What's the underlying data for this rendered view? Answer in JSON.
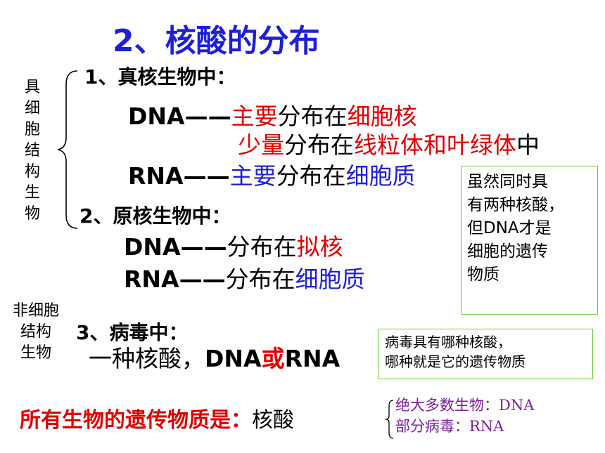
{
  "title": "2、核酸的分布",
  "eukaryote": {
    "side_label": "具细胞结构生物",
    "heading": "1、真核生物中：",
    "dna": {
      "term": "DNA",
      "dash": "——",
      "seg1": "主要",
      "seg2": "分布在",
      "seg3": "细胞核"
    },
    "dna2": {
      "seg1": "少量",
      "seg2": "分布在",
      "seg3": "线粒体和叶绿体",
      "seg4": "中"
    },
    "rna": {
      "term": "RNA",
      "dash": "——",
      "seg1": "主要",
      "seg2": "分布在",
      "seg3": "细胞质"
    }
  },
  "prokaryote": {
    "heading": "2、原核生物中：",
    "dna": {
      "term": "DNA",
      "dash": "——",
      "seg2": "分布在",
      "seg3": "拟核"
    },
    "rna": {
      "term": "RNA",
      "dash": "——",
      "seg2": "分布在",
      "seg3": "细胞质"
    }
  },
  "virus": {
    "side_label": "非细胞\n结构\n生物",
    "heading": "3、病毒中：",
    "line": {
      "seg1": "一种核酸，",
      "term1": "DNA",
      "seg2": "或",
      "term2": "RNA"
    }
  },
  "note1": "虽然同时具\n有两种核酸，\n但DNA才是\n细胞的遗传\n物质",
  "note2": "病毒具有哪种核酸，\n哪种就是它的遗传物质",
  "conclusion": {
    "label": "所有生物的遗传物质是：",
    "value": "核酸"
  },
  "genetic_material_list": "绝大多数生物：DNA\n部分病毒：RNA",
  "colors": {
    "title": "#1f1fd6",
    "highlight_red": "#e00000",
    "highlight_blue": "#1f1fd6",
    "note_border": "#66cc33",
    "list_text": "#7a1fa0"
  }
}
